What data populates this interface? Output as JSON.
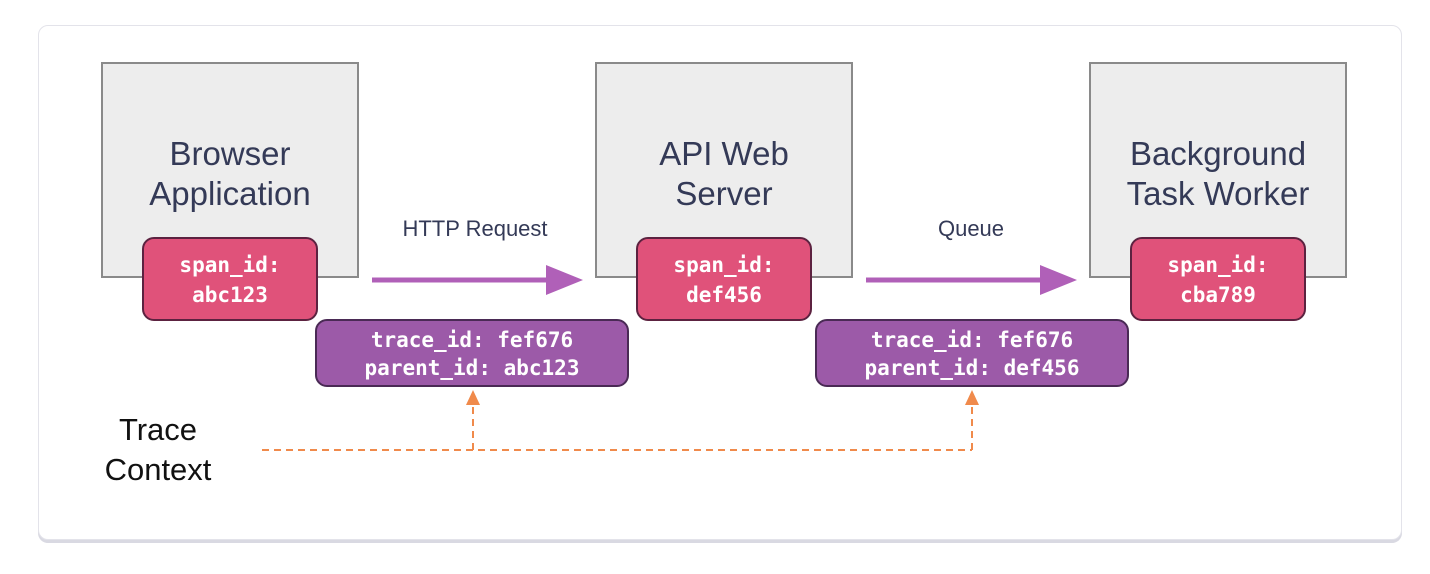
{
  "services": [
    {
      "title_line1": "Browser",
      "title_line2": "Application",
      "span_label": "span_id:",
      "span_value": "abc123"
    },
    {
      "title_line1": "API Web",
      "title_line2": "Server",
      "span_label": "span_id:",
      "span_value": "def456"
    },
    {
      "title_line1": "Background",
      "title_line2": "Task Worker",
      "span_label": "span_id:",
      "span_value": "cba789"
    }
  ],
  "edges": [
    {
      "label": "HTTP Request",
      "trace_line": "trace_id: fef676",
      "parent_line": "parent_id: abc123"
    },
    {
      "label": "Queue",
      "trace_line": "trace_id: fef676",
      "parent_line": "parent_id: def456"
    }
  ],
  "trace_context": {
    "line1": "Trace",
    "line2": "Context"
  },
  "colors": {
    "span_fill": "#e0527a",
    "context_fill": "#9c5aa8",
    "flow_arrow": "#b060b8",
    "context_arrow": "#f08a4b",
    "service_fill": "#ededed"
  }
}
